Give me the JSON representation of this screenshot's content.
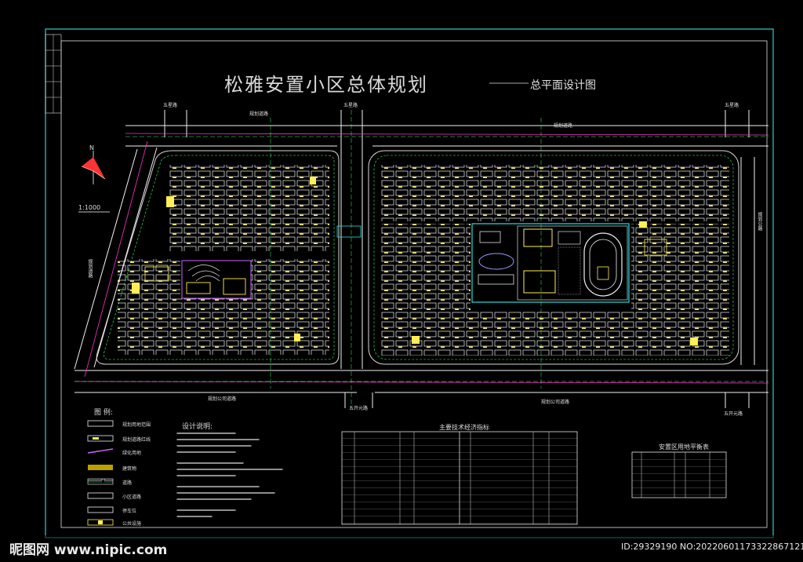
{
  "title": "松雅安置小区总体规划",
  "subtitle": "总平面设计图",
  "north": "N",
  "scale": "1:1000",
  "roads": {
    "top_left": "规划道路",
    "top_right": "规划道路",
    "bottom_left": "规划公司道路",
    "bottom_right": "规划公司道路",
    "left_diag": "规划道路",
    "right": "规划公路",
    "n1": "五星路",
    "n2": "五星路",
    "n3": "五星路",
    "s1": "五开元路",
    "s2": "五开元路"
  },
  "legend": {
    "title": "图    例:",
    "items": [
      "规划用地范围",
      "规划道路红线",
      "绿化用地",
      "建筑物",
      "道路",
      "小区道路",
      "停车位",
      "公共设施"
    ]
  },
  "notes": {
    "title": "设计说明:"
  },
  "table1": {
    "title": "主要技术经济指标"
  },
  "table2": {
    "title": "安置区用地平衡表"
  },
  "watermark": {
    "site": "昵图网 www.nipic.com",
    "id": "ID:29329190 NO:20220601173322867121"
  },
  "colors": {
    "background": "#000000",
    "frame": "#33cccc",
    "road": "#f2f2f2",
    "boundary": "#ff33cc",
    "green": "#33ff66",
    "building": "#ffee55",
    "cyan": "#22e0e0"
  }
}
